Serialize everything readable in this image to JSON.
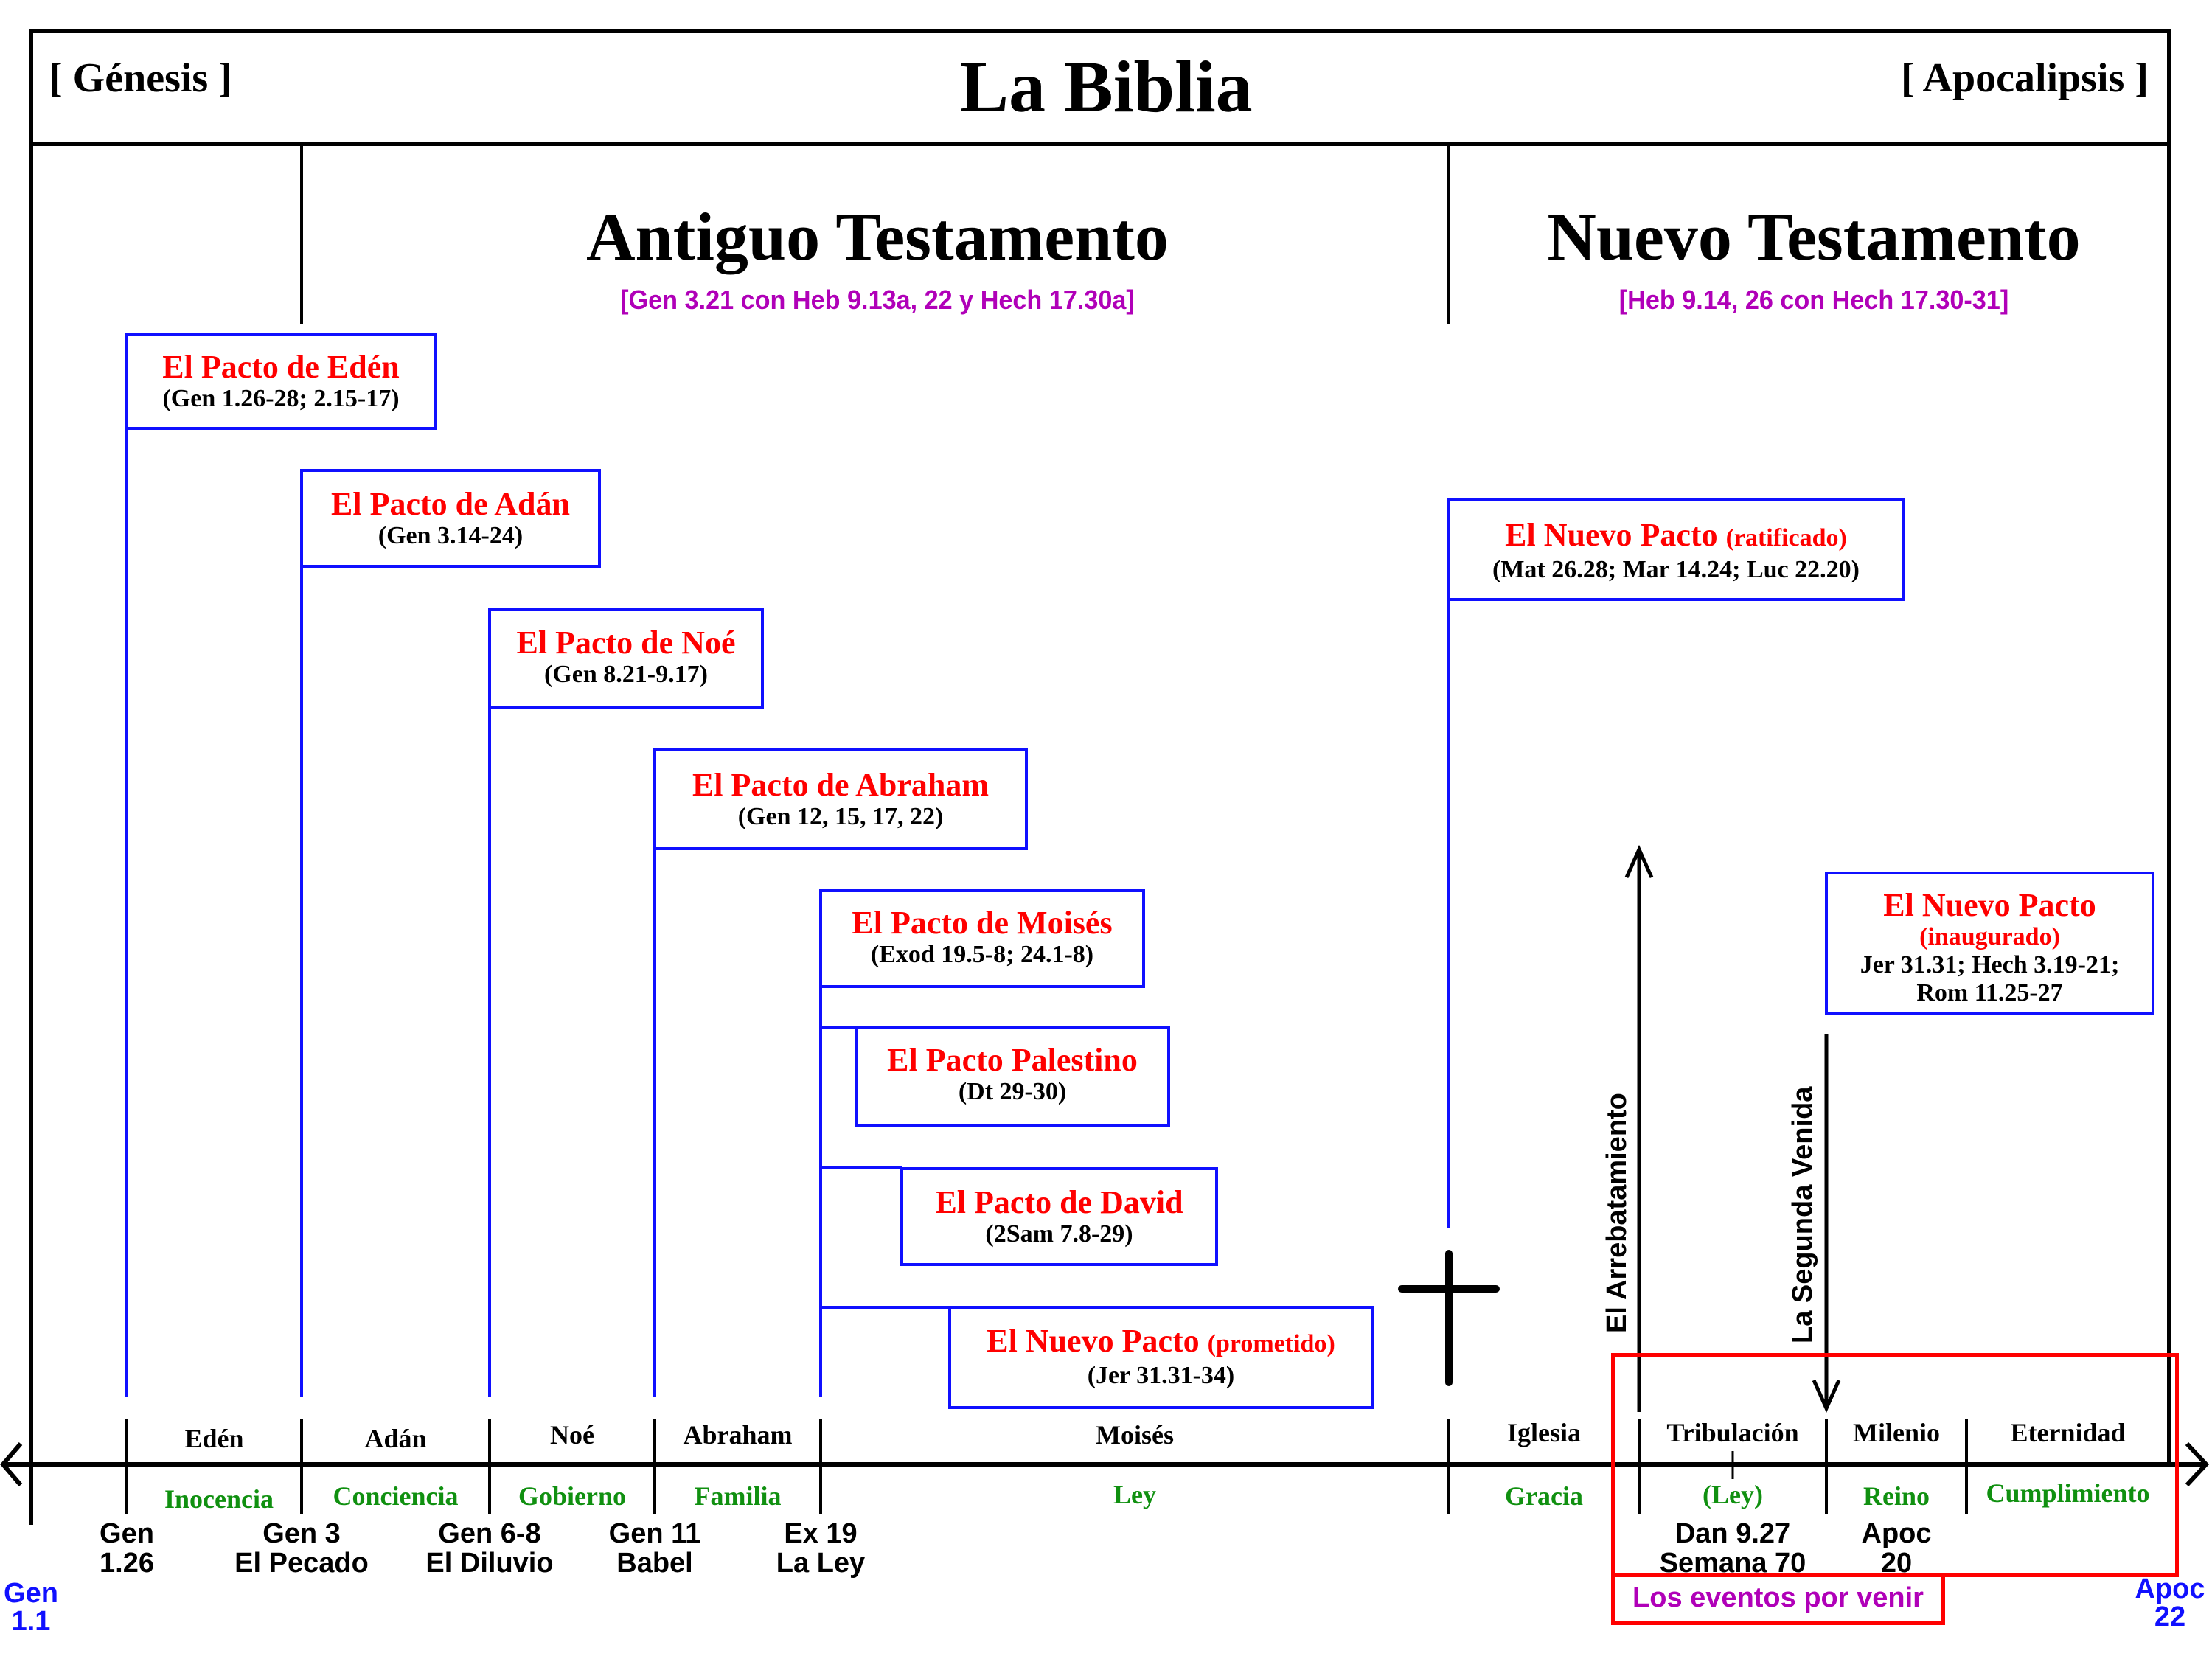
{
  "header": {
    "left": "[ Génesis ]",
    "title": "La Biblia",
    "right": "[ Apocalipsis ]"
  },
  "testaments": {
    "old": {
      "title": "Antiguo Testamento",
      "ref": "[Gen 3.21 con Heb 9.13a, 22 y Hech 17.30a]"
    },
    "new": {
      "title": "Nuevo Testamento",
      "ref": "[Heb 9.14, 26 con Hech 17.30-31]"
    }
  },
  "covenants": [
    {
      "name": "El Pacto de Edén",
      "qualifier": "",
      "ref": "(Gen 1.26-28; 2.15-17)"
    },
    {
      "name": "El Pacto de Adán",
      "qualifier": "",
      "ref": "(Gen 3.14-24)"
    },
    {
      "name": "El Pacto de Noé",
      "qualifier": "",
      "ref": "(Gen 8.21-9.17)"
    },
    {
      "name": "El Pacto de Abraham",
      "qualifier": "",
      "ref": "(Gen 12, 15, 17, 22)"
    },
    {
      "name": "El Pacto de Moisés",
      "qualifier": "",
      "ref": "(Exod 19.5-8; 24.1-8)"
    },
    {
      "name": "El Pacto Palestino",
      "qualifier": "",
      "ref": "(Dt 29-30)"
    },
    {
      "name": "El Pacto de David",
      "qualifier": "",
      "ref": "(2Sam 7.8-29)"
    },
    {
      "name": "El Nuevo Pacto",
      "qualifier": "(prometido)",
      "ref": "(Jer 31.31-34)"
    },
    {
      "name": "El Nuevo Pacto",
      "qualifier": "(ratificado)",
      "ref": "(Mat 26.28; Mar 14.24; Luc 22.20)"
    },
    {
      "name": "El Nuevo Pacto",
      "qualifier": "(inaugurado)",
      "ref": "Jer 31.31; Hech 3.19-21;",
      "ref2": "Rom 11.25-27"
    }
  ],
  "events": {
    "rapture": "El Arrebatamiento",
    "second_coming": "La Segunda Venida",
    "future_label": "Los eventos por venir"
  },
  "timeline": {
    "start": {
      "line1": "Gen",
      "line2": "1.1"
    },
    "end": {
      "line1": "Apoc",
      "line2": "22"
    },
    "eras": [
      "Edén",
      "Adán",
      "Noé",
      "Abraham",
      "Moisés",
      "Iglesia",
      "Tribulación",
      "Milenio",
      "Eternidad"
    ],
    "dispensations": [
      "Inocencia",
      "Conciencia",
      "Gobierno",
      "Familia",
      "Ley",
      "Gracia",
      "(Ley)",
      "Reino",
      "Cumplimiento"
    ],
    "markers": [
      {
        "line1": "Gen",
        "line2": "1.26"
      },
      {
        "line1": "Gen 3",
        "line2": "El Pecado"
      },
      {
        "line1": "Gen 6-8",
        "line2": "El Diluvio"
      },
      {
        "line1": "Gen 11",
        "line2": "Babel"
      },
      {
        "line1": "Ex 19",
        "line2": "La Ley"
      },
      {
        "line1": "Dan 9.27",
        "line2": "Semana 70"
      },
      {
        "line1": "Apoc",
        "line2": "20"
      }
    ]
  },
  "colors": {
    "covenant_border": "#1010ff",
    "covenant_name": "#ff0000",
    "reference_purple": "#b000b8",
    "dispensation_green": "#109010",
    "future_box": "#ff0000",
    "edge_label_blue": "#1010ff"
  }
}
